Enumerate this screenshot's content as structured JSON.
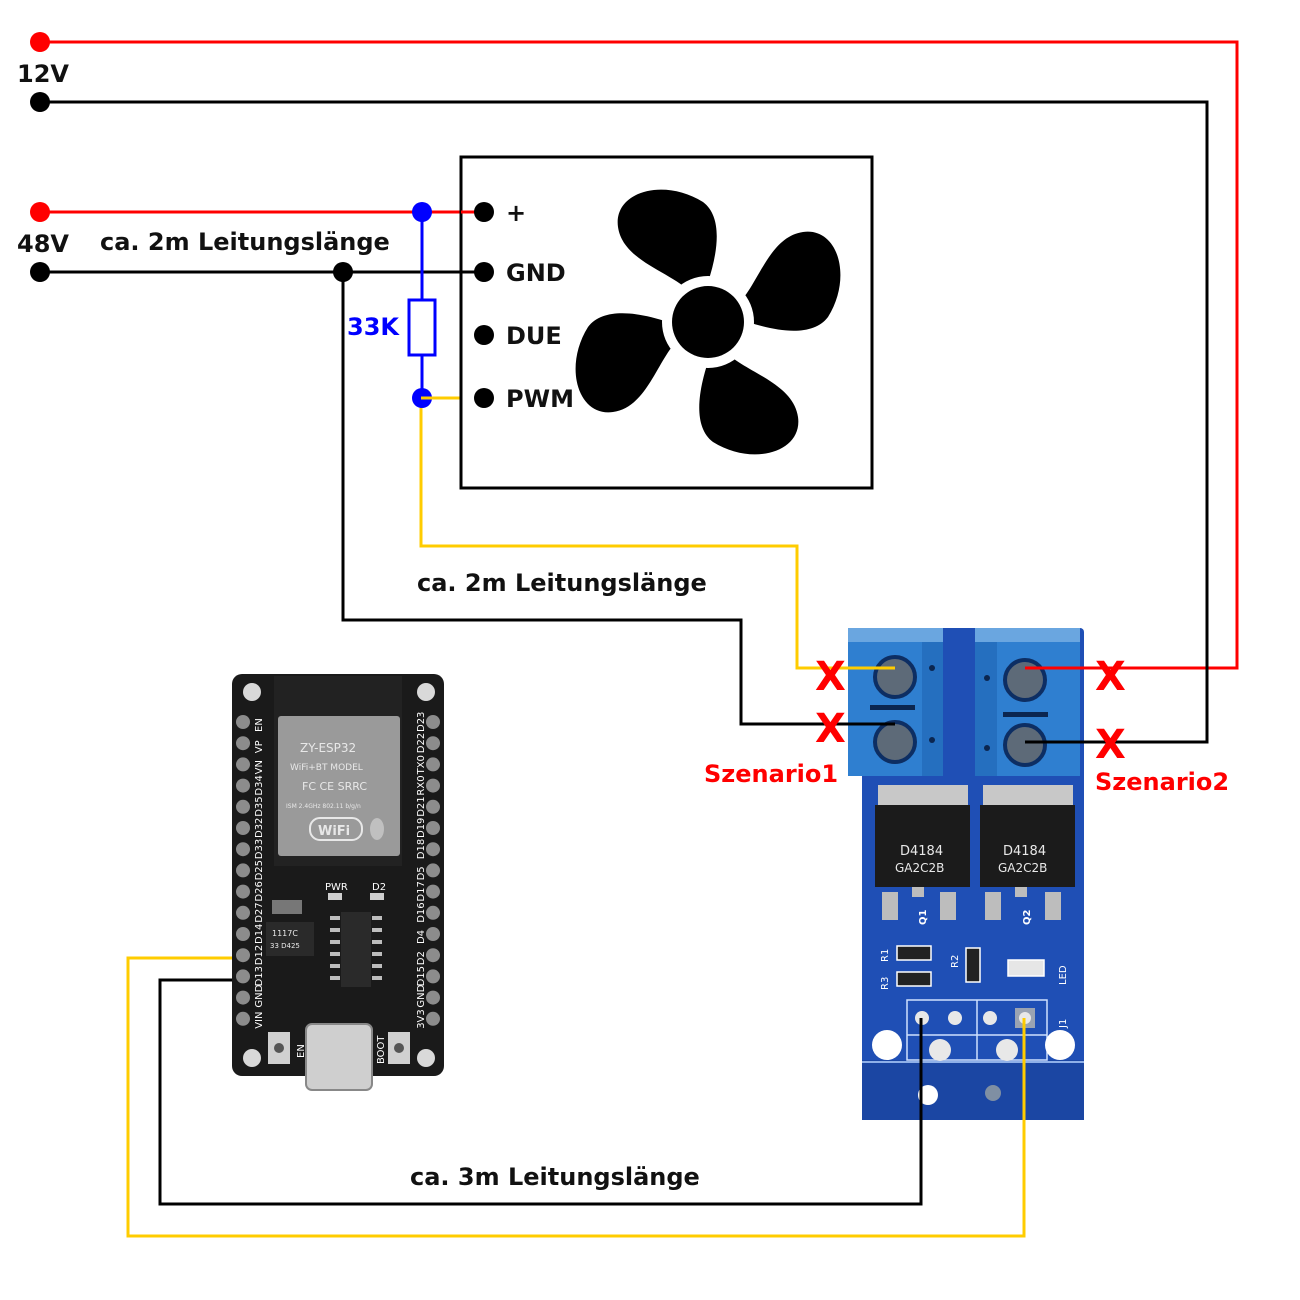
{
  "colors": {
    "wire_positive": "#ff0000",
    "wire_ground": "#000000",
    "wire_pwm": "#ffcc00",
    "resistor": "#0000ff",
    "mosfet_board": "#1f4fb5",
    "terminal_block": "#2f7fd0",
    "esp_board": "#1a1a1a",
    "cross_mark": "#ff0000"
  },
  "supplies": [
    {
      "label": "12V",
      "terminals": [
        "positive",
        "ground"
      ]
    },
    {
      "label": "48V",
      "terminals": [
        "positive",
        "ground"
      ]
    }
  ],
  "cable_labels": {
    "supply_48v": "ca. 2m Leitungslänge",
    "fan_to_mosfet": "ca. 2m Leitungslänge",
    "esp_to_mosfet": "ca. 3m Leitungslänge"
  },
  "resistor": {
    "value": "33K"
  },
  "fan": {
    "icon": "fan-icon",
    "pins": [
      "+",
      "GND",
      "DUE",
      "PWM"
    ]
  },
  "mosfet_module": {
    "transistors": [
      {
        "ref": "Q1",
        "marking_line1": "D4184",
        "marking_line2": "GA2C2B"
      },
      {
        "ref": "Q2",
        "marking_line1": "D4184",
        "marking_line2": "GA2C2B"
      }
    ],
    "silkscreen": [
      "R1",
      "R2",
      "R3",
      "LED",
      "J1"
    ],
    "cross_mark": "X",
    "scenarios": [
      "Szenario1",
      "Szenario2"
    ]
  },
  "esp32": {
    "module_lines": [
      "ZY-ESP32",
      "WiFi+BT MODEL",
      "FC CE SRRC",
      "ISM 2.4GHz 802.11 b/g/n",
      "WiFi"
    ],
    "left_pins": [
      "EN",
      "VP",
      "VN",
      "D34",
      "D35",
      "D32",
      "D33",
      "D25",
      "D26",
      "D27",
      "D14",
      "D12",
      "D13",
      "GND",
      "VIN"
    ],
    "right_pins": [
      "D23",
      "D22",
      "TX0",
      "RX0",
      "D21",
      "D19",
      "D18",
      "D5",
      "D17",
      "D16",
      "D4",
      "D2",
      "D15",
      "GND",
      "3V3"
    ],
    "leds": [
      "PWR",
      "D2"
    ],
    "regulator": [
      "1117C",
      "33 D425"
    ],
    "buttons": [
      "EN",
      "BOOT"
    ]
  }
}
